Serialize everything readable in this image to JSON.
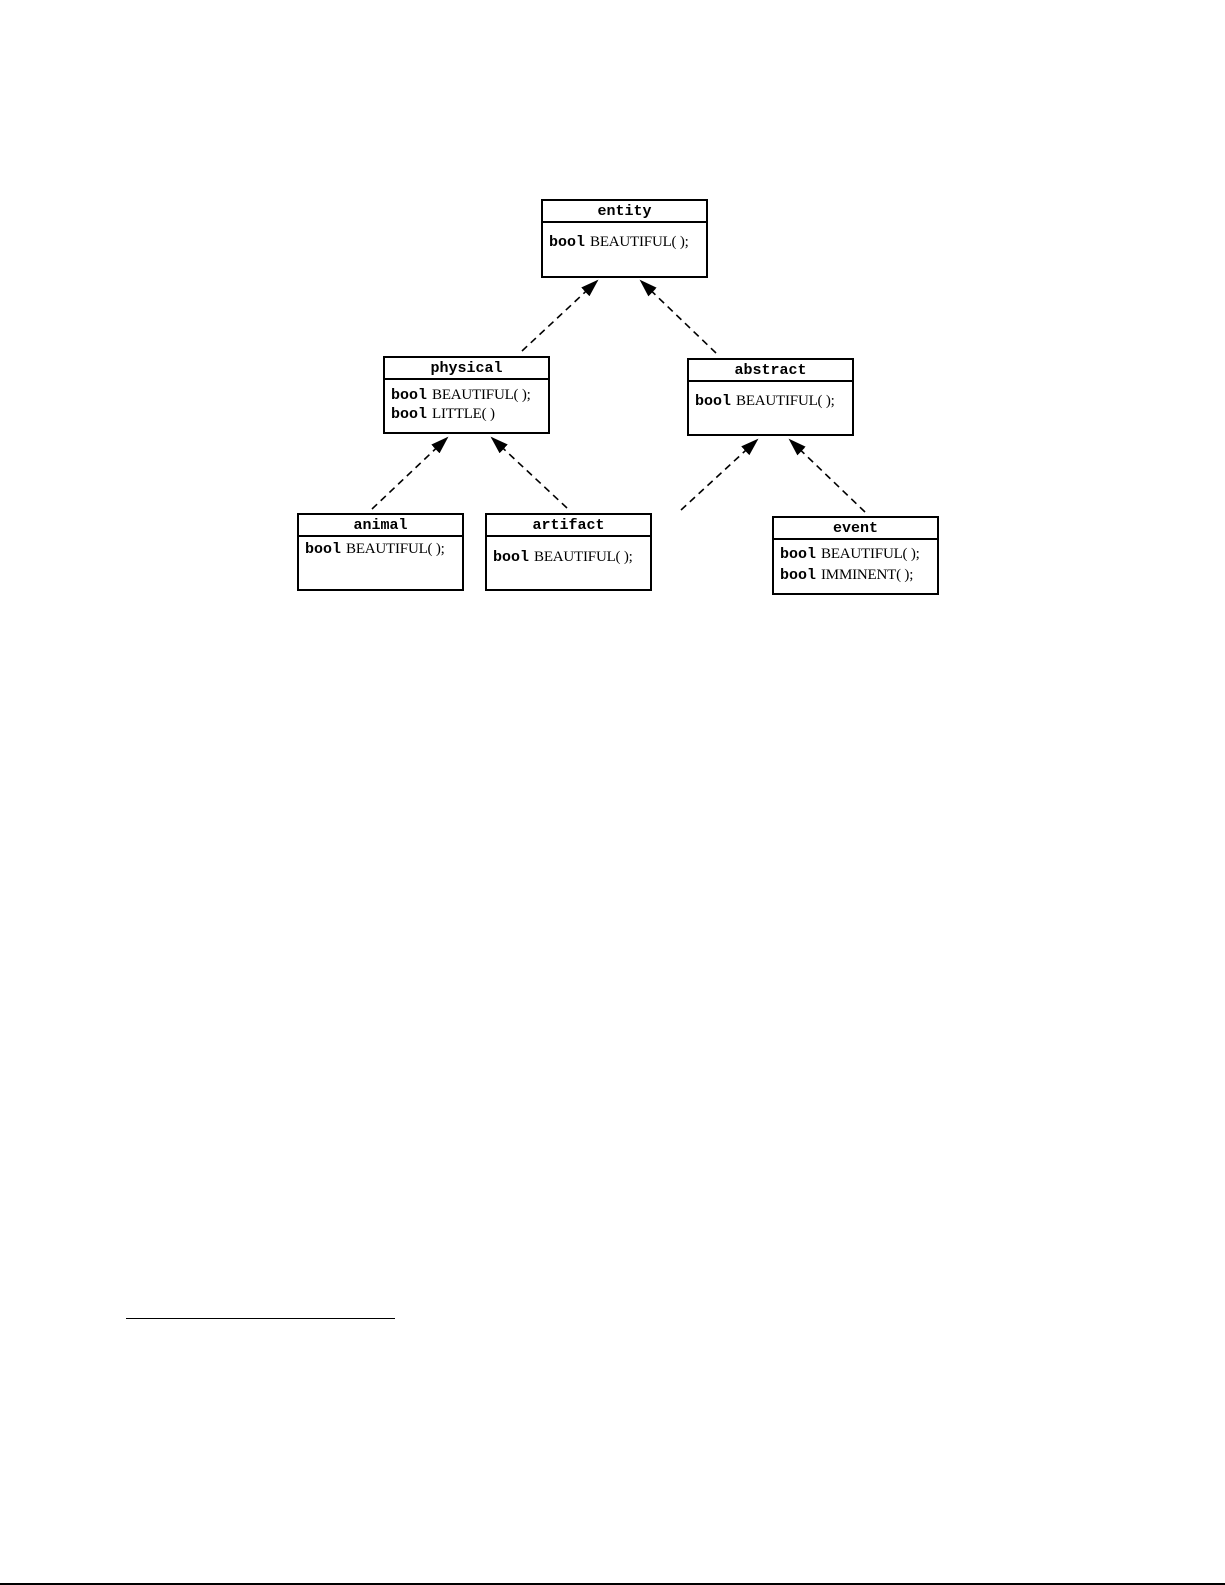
{
  "diagram": {
    "classes": [
      {
        "id": "entity",
        "name": "entity",
        "methods": [
          {
            "type": "bool",
            "signature": "BEAUTIFUL( );"
          }
        ]
      },
      {
        "id": "physical",
        "name": "physical",
        "methods": [
          {
            "type": "bool",
            "signature": "BEAUTIFUL( );"
          },
          {
            "type": "bool",
            "signature": "LITTLE( )"
          }
        ]
      },
      {
        "id": "abstract",
        "name": "abstract",
        "methods": [
          {
            "type": "bool",
            "signature": "BEAUTIFUL( );"
          }
        ]
      },
      {
        "id": "animal",
        "name": "animal",
        "methods": [
          {
            "type": "bool",
            "signature": "BEAUTIFUL( );"
          }
        ]
      },
      {
        "id": "artifact",
        "name": "artifact",
        "methods": [
          {
            "type": "bool",
            "signature": "BEAUTIFUL( );"
          }
        ]
      },
      {
        "id": "event",
        "name": "event",
        "methods": [
          {
            "type": "bool",
            "signature": "BEAUTIFUL( );"
          },
          {
            "type": "bool",
            "signature": "IMMINENT( );"
          }
        ]
      }
    ],
    "edges": [
      {
        "from": "physical",
        "to": "entity",
        "style": "dashed-arrow"
      },
      {
        "from": "abstract",
        "to": "entity",
        "style": "dashed-arrow"
      },
      {
        "from": "animal",
        "to": "physical",
        "style": "dashed-arrow"
      },
      {
        "from": "artifact",
        "to": "physical",
        "style": "dashed-arrow"
      },
      {
        "from": "unlabeled",
        "to": "abstract",
        "style": "dashed-arrow"
      },
      {
        "from": "event",
        "to": "abstract",
        "style": "dashed-arrow"
      }
    ]
  }
}
